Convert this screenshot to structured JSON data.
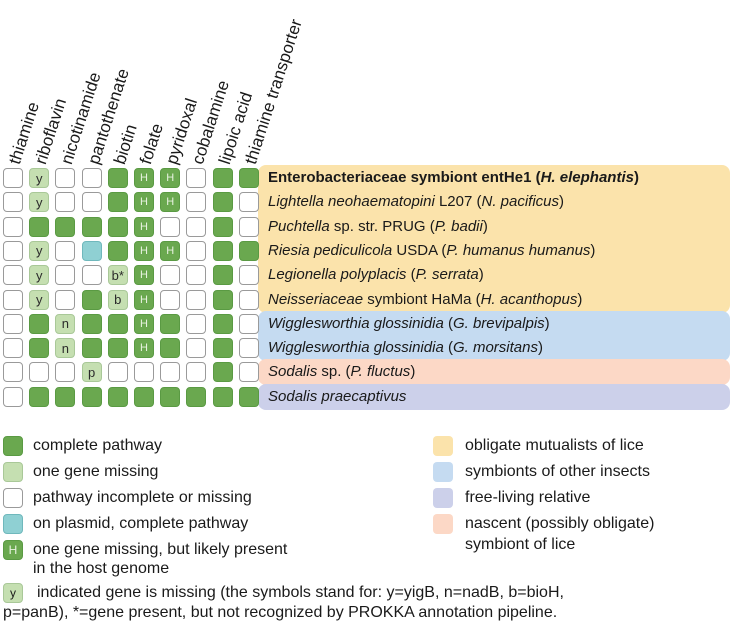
{
  "columns": [
    "thiamine",
    "riboflavin",
    "nicotinamide",
    "pantothenate",
    "biotin",
    "folate",
    "pyridoxal",
    "cobalamine",
    "lipoic acid",
    "thiamine transporter"
  ],
  "rows": [
    {
      "cells": [
        "E",
        "Oy",
        "E",
        "E",
        "C",
        "H",
        "H",
        "E",
        "C",
        "C"
      ],
      "organism": [
        {
          "t": "Enterobacteriaceae symbiont entHe1 (",
          "s": "b"
        },
        {
          "t": "H. elephantis",
          "s": "bi"
        },
        {
          "t": ")",
          "s": "b"
        }
      ]
    },
    {
      "cells": [
        "E",
        "Oy",
        "E",
        "E",
        "C",
        "H",
        "H",
        "E",
        "C",
        "E"
      ],
      "organism": [
        {
          "t": "Lightella neohaematopini",
          "s": "i"
        },
        {
          "t": " L207 (",
          "s": ""
        },
        {
          "t": "N. pacificus",
          "s": "i"
        },
        {
          "t": ")",
          "s": ""
        }
      ]
    },
    {
      "cells": [
        "E",
        "C",
        "C",
        "C",
        "C",
        "H",
        "E",
        "E",
        "C",
        "E"
      ],
      "organism": [
        {
          "t": "Puchtella",
          "s": "i"
        },
        {
          "t": " sp. str. PRUG (",
          "s": ""
        },
        {
          "t": "P. badii",
          "s": "i"
        },
        {
          "t": ")",
          "s": ""
        }
      ]
    },
    {
      "cells": [
        "E",
        "Oy",
        "E",
        "P",
        "C",
        "H",
        "H",
        "E",
        "C",
        "C"
      ],
      "organism": [
        {
          "t": "Riesia pediculicola",
          "s": "i"
        },
        {
          "t": " USDA (",
          "s": ""
        },
        {
          "t": "P. humanus humanus",
          "s": "i"
        },
        {
          "t": ")",
          "s": ""
        }
      ]
    },
    {
      "cells": [
        "E",
        "Oy",
        "E",
        "E",
        "Ob*",
        "H",
        "E",
        "E",
        "C",
        "E"
      ],
      "organism": [
        {
          "t": "Legionella polyplacis",
          "s": "i"
        },
        {
          "t": " (",
          "s": ""
        },
        {
          "t": "P. serrata",
          "s": "i"
        },
        {
          "t": ")",
          "s": ""
        }
      ]
    },
    {
      "cells": [
        "E",
        "Oy",
        "E",
        "C",
        "Ob",
        "H",
        "E",
        "E",
        "C",
        "E"
      ],
      "organism": [
        {
          "t": "Neisseriaceae",
          "s": "i"
        },
        {
          "t": " symbiont HaMa (",
          "s": ""
        },
        {
          "t": "H. acanthopus",
          "s": "i"
        },
        {
          "t": ")",
          "s": ""
        }
      ]
    },
    {
      "cells": [
        "E",
        "C",
        "On",
        "C",
        "C",
        "H",
        "C",
        "E",
        "C",
        "E"
      ],
      "organism": [
        {
          "t": "Wigglesworthia glossinidia",
          "s": "i"
        },
        {
          "t": " (",
          "s": ""
        },
        {
          "t": "G. brevipalpis",
          "s": "i"
        },
        {
          "t": ")",
          "s": ""
        }
      ]
    },
    {
      "cells": [
        "E",
        "C",
        "On",
        "C",
        "C",
        "H",
        "C",
        "E",
        "C",
        "E"
      ],
      "organism": [
        {
          "t": "Wigglesworthia glossinidia",
          "s": "i"
        },
        {
          "t": " (",
          "s": ""
        },
        {
          "t": "G. morsitans",
          "s": "i"
        },
        {
          "t": ")",
          "s": ""
        }
      ]
    },
    {
      "cells": [
        "E",
        "E",
        "E",
        "Op",
        "E",
        "E",
        "E",
        "E",
        "C",
        "E"
      ],
      "organism": [
        {
          "t": "Sodalis",
          "s": "i"
        },
        {
          "t": " sp. (",
          "s": ""
        },
        {
          "t": "P. fluctus",
          "s": "i"
        },
        {
          "t": ")",
          "s": ""
        }
      ]
    },
    {
      "cells": [
        "E",
        "C",
        "C",
        "C",
        "C",
        "C",
        "C",
        "C",
        "C",
        "C"
      ],
      "organism": [
        {
          "t": "Sodalis praecaptivus",
          "s": "i"
        }
      ]
    }
  ],
  "cell_host_symbol": "H",
  "groups": [
    {
      "name": "lice",
      "color": "#fbe3ab",
      "rows": [
        0,
        5
      ]
    },
    {
      "name": "other",
      "color": "#c5dbf1",
      "rows": [
        6,
        7
      ]
    },
    {
      "name": "nascent",
      "color": "#fcd8c6",
      "rows": [
        8,
        8
      ]
    },
    {
      "name": "free",
      "color": "#ccd0ea",
      "rows": [
        9,
        9
      ]
    }
  ],
  "legend_left": [
    {
      "swatch": "C",
      "symbol": "",
      "text": "complete pathway"
    },
    {
      "swatch": "O",
      "symbol": "",
      "text": "one gene missing"
    },
    {
      "swatch": "E",
      "symbol": "",
      "text": "pathway incomplete or missing"
    },
    {
      "swatch": "P",
      "symbol": "",
      "text": "on plasmid, complete pathway"
    },
    {
      "swatch": "H",
      "symbol": "H",
      "text": "one gene missing, but likely present",
      "text2": "in the host genome"
    }
  ],
  "legend_note": {
    "symbol": "y",
    "line1": "indicated gene is missing (the symbols stand for: y=yigB, n=nadB, b=bioH,",
    "line2": "p=panB), *=gene present, but not recognized by PROKKA annotation pipeline."
  },
  "legend_right": [
    {
      "color": "#fbe3ab",
      "text": "obligate mutualists of lice"
    },
    {
      "color": "#c5dbf1",
      "text": "symbionts of other insects"
    },
    {
      "color": "#ccd0ea",
      "text": "free-living relative"
    },
    {
      "color": "#fcd8c6",
      "text": "nascent (possibly obligate)",
      "text2": "symbiont of lice"
    }
  ]
}
